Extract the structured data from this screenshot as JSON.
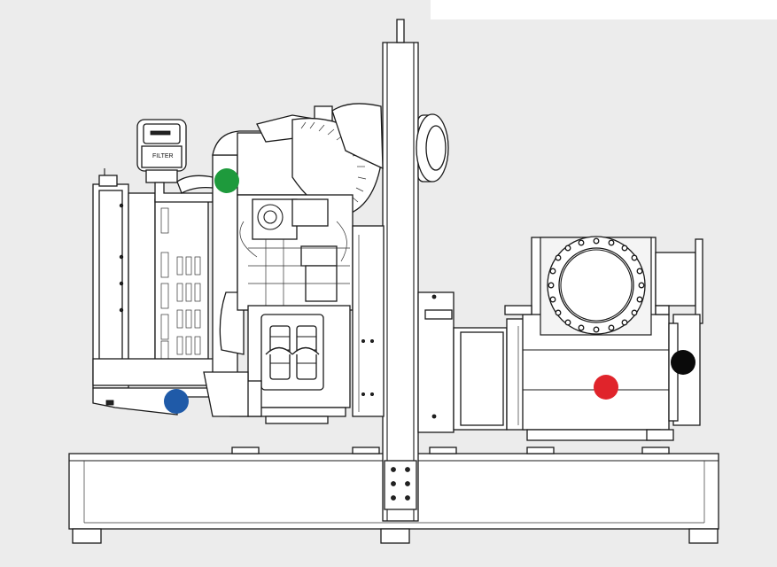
{
  "filter_label": "FILTER",
  "markers": [
    {
      "name": "green-marker",
      "color": "#1e9a3c"
    },
    {
      "name": "blue-marker",
      "color": "#1f5aa8"
    },
    {
      "name": "red-marker",
      "color": "#e0242b"
    },
    {
      "name": "black-marker",
      "color": "#0a0a0a"
    }
  ]
}
